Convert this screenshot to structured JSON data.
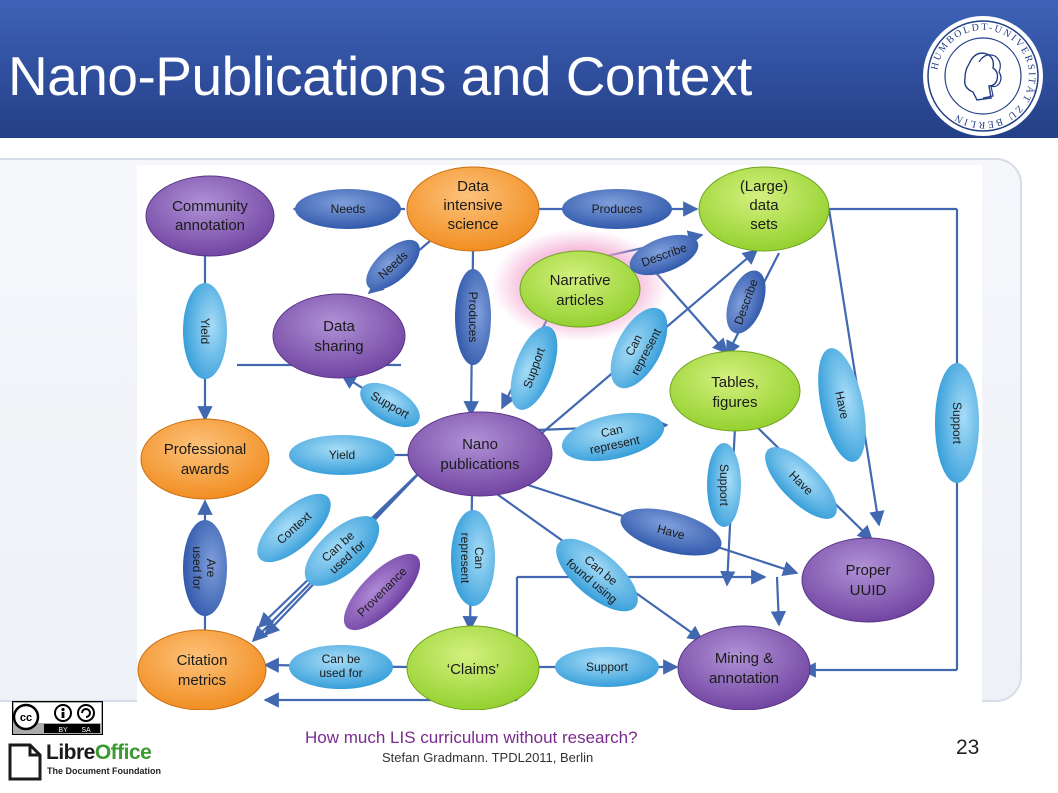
{
  "slide": {
    "title": "Nano-Publications and Context",
    "footer_line1": "How much LIS curriculum without research?",
    "footer_line2": "Stefan Gradmann. TPDL2011, Berlin",
    "page_number": "23"
  },
  "seal": {
    "text": "HUMBOLDT-UNIVERSITÄT ZU BERLIN"
  },
  "license": {
    "cc_labels": [
      "BY",
      "SA"
    ],
    "logo_word1": "Libre",
    "logo_word2": "Office",
    "logo_sub": "The Document Foundation"
  },
  "diagram": {
    "nodes": {
      "community_annotation": [
        "Community",
        "annotation"
      ],
      "data_intensive_science": [
        "Data",
        "intensive",
        "science"
      ],
      "large_data_sets": [
        "(Large)",
        "data",
        "sets"
      ],
      "narrative_articles": [
        "Narrative",
        "articles"
      ],
      "data_sharing": [
        "Data",
        "sharing"
      ],
      "tables_figures": [
        "Tables,",
        "figures"
      ],
      "professional_awards": [
        "Professional",
        "awards"
      ],
      "nano_publications": [
        "Nano",
        "publications"
      ],
      "proper_uuid": [
        "Proper",
        "UUID"
      ],
      "citation_metrics": [
        "Citation",
        "metrics"
      ],
      "claims": [
        "‘Claims’"
      ],
      "mining_annotation": [
        "Mining &",
        "annotation"
      ]
    },
    "edges": {
      "needs_1": [
        "Needs"
      ],
      "produces_1": [
        "Produces"
      ],
      "needs_2": [
        "Needs"
      ],
      "describe_1": [
        "Describe"
      ],
      "produces_2": [
        "Produces"
      ],
      "yield_1": [
        "Yield"
      ],
      "describe_2": [
        "Describe"
      ],
      "support_1": [
        "Support"
      ],
      "can_represent_1": [
        "Can",
        "represent"
      ],
      "have_1": [
        "Have"
      ],
      "support_2": [
        "Support"
      ],
      "support_3": [
        "Support"
      ],
      "can_represent_2": [
        "Can",
        "represent"
      ],
      "yield_2": [
        "Yield"
      ],
      "support_4": [
        "Support"
      ],
      "have_2": [
        "Have"
      ],
      "context": [
        "Context"
      ],
      "can_be_used_for_1": [
        "Can be",
        "used for"
      ],
      "have_3": [
        "Have"
      ],
      "are_used_for": [
        "Are",
        "used for"
      ],
      "provenance": [
        "Provenance"
      ],
      "can_represent_3": [
        "Can",
        "represent"
      ],
      "can_be_found_using": [
        "Can be",
        "found using"
      ],
      "can_be_used_for_2": [
        "Can be",
        "used for"
      ],
      "support_5": [
        "Support"
      ]
    }
  },
  "colors": {
    "header_blue": "#2f4e9c",
    "purple_node": "#7b4fa8",
    "orange_node": "#f39a2b",
    "green_node": "#a7d94a",
    "blue_edge": "#4fa8df",
    "dark_blue_edge": "#3c66b8",
    "arrow": "#4168b0",
    "footer_purple": "#7a2c8e"
  }
}
